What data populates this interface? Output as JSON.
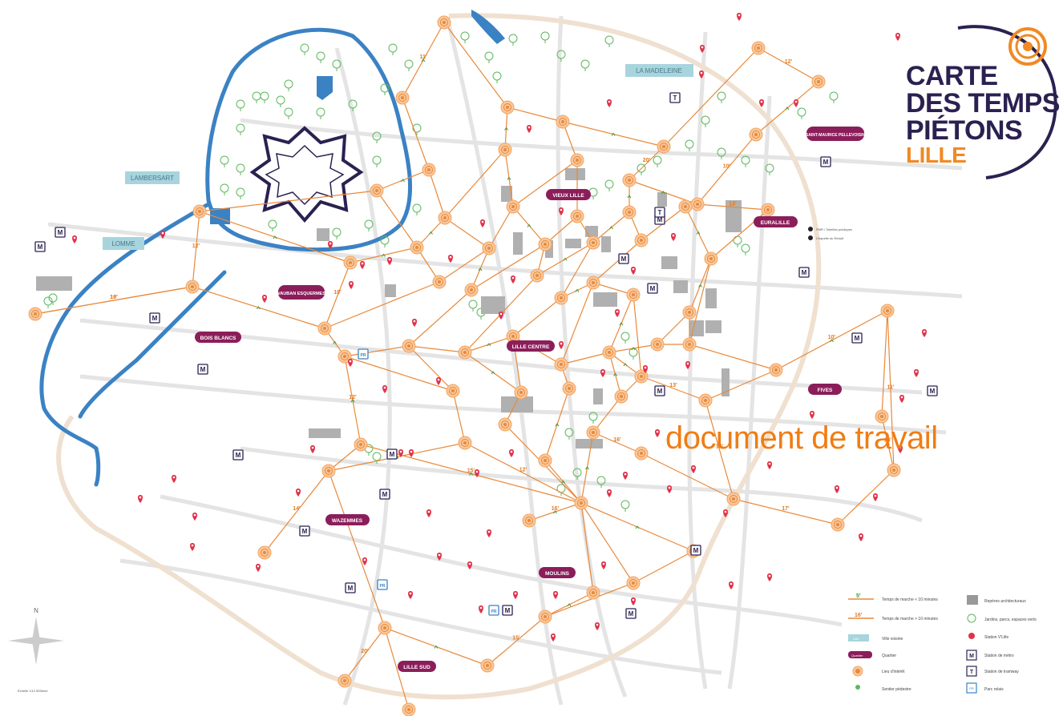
{
  "logo": {
    "line1": "CARTE",
    "line2": "DES TEMPS",
    "line3": "PIÉTONS",
    "line4": "LILLE"
  },
  "watermark": "document de travail",
  "communes": [
    {
      "id": "lambersart",
      "label": "LAMBERSART"
    },
    {
      "id": "lomme",
      "label": "LOMME"
    },
    {
      "id": "la-madeleine",
      "label": "LA MADELEINE"
    }
  ],
  "districts": [
    {
      "id": "vieux-lille",
      "label": "VIEUX LILLE"
    },
    {
      "id": "saint-maurice",
      "label": "SAINT-MAURICE PELLEVOISIN"
    },
    {
      "id": "euralille",
      "label": "EURALILLE"
    },
    {
      "id": "vauban",
      "label": "VAUBAN ESQUERMES"
    },
    {
      "id": "bois-blancs",
      "label": "BOIS BLANCS"
    },
    {
      "id": "lille-centre",
      "label": "LILLE CENTRE"
    },
    {
      "id": "fives",
      "label": "FIVES"
    },
    {
      "id": "wazemmes",
      "label": "WAZEMMES"
    },
    {
      "id": "moulins",
      "label": "MOULINS"
    },
    {
      "id": "lille-sud",
      "label": "LILLE SUD"
    }
  ],
  "times": [
    "12'",
    "10'",
    "16'",
    "10'",
    "20'",
    "14'",
    "15'",
    "11'",
    "10'",
    "12'",
    "16'",
    "15'",
    "13'",
    "18'",
    "17'",
    "12'",
    "16'",
    "15'",
    "20'",
    "13'",
    "11'",
    "10'",
    "13'",
    "12'"
  ],
  "legend": {
    "walk_5": "5'",
    "walk_16": "16'",
    "walk_5_text": "Temps de marche < 10 minutes",
    "walk_16_text": "Temps de marche > 10 minutes",
    "commune_text": "Ville voisine",
    "district_text": "Quartier",
    "node_text": "Lieu d'intérêt",
    "trail_text": "Sentier pédestre",
    "heritage_text": "Repères architecturaux",
    "garden_text": "Jardins, parcs, espaces verts",
    "vlille_text": "Station V'Lille",
    "metro_text": "Station de métro",
    "tram_text": "Station de tramway",
    "parking_text": "Parc relais",
    "commune_badge": "Lille",
    "district_badge": "Quartier"
  },
  "info": {
    "pmr": "PMR / Toilettes publiques",
    "toilet": "Chapelle du Réduit"
  },
  "compass_letter": "N",
  "scale_text": "Échelle 1/12 500ème",
  "colors": {
    "route": "#e8893a",
    "node": "#f4a460",
    "river": "#3b82c4",
    "district": "#8b1e5a",
    "commune": "#a8d4dd",
    "logo": "#2b2150",
    "accent": "#f08a24",
    "tree": "#5cb85c"
  }
}
